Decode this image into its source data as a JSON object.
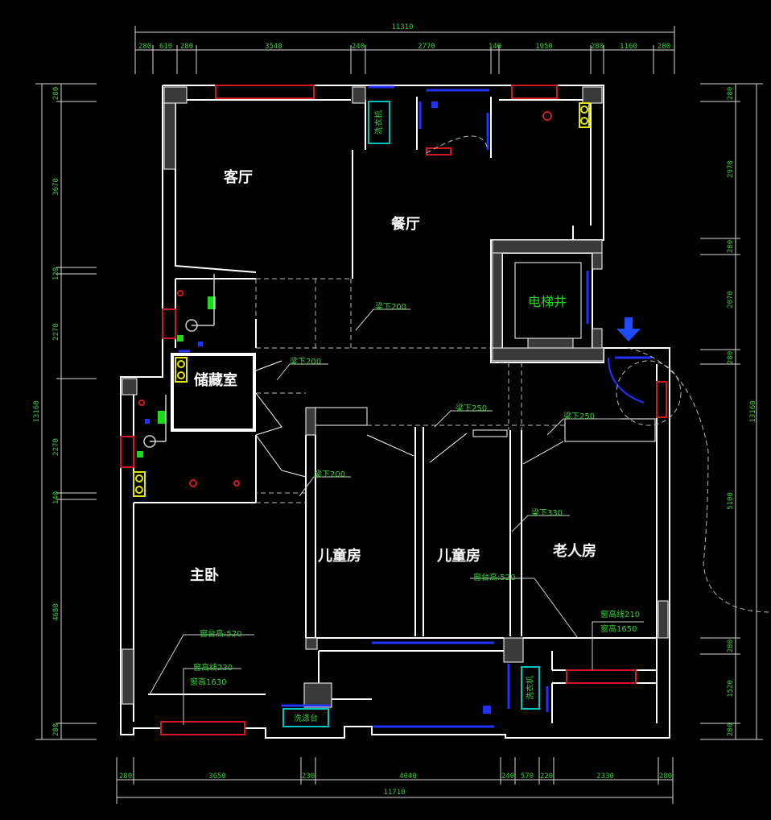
{
  "rooms": {
    "living": "客厅",
    "dining": "餐厅",
    "storage": "储藏室",
    "elevator": "电梯井",
    "master": "主卧",
    "child1": "儿童房",
    "child2": "儿童房",
    "elder": "老人房"
  },
  "notes": {
    "drop1": "梁下200",
    "drop2": "梁下200",
    "drop3": "梁下250",
    "drop4": "梁下250",
    "drop5": "梁下200",
    "drop6": "梁下330",
    "sill1": "窗台高:520",
    "sill2": "窗台高:520",
    "win1a": "窗高线230",
    "win1b": "窗高1630",
    "win2a": "窗高线210",
    "win2b": "窗高1650",
    "wash1": "洗衣机",
    "wash2": "洗衣机",
    "counter": "洗涤台"
  },
  "dims": {
    "top_total": "11310",
    "top_segments": [
      "280",
      "610",
      "280",
      "3540",
      "240",
      "2770",
      "140",
      "1950",
      "280",
      "1160",
      "280"
    ],
    "bottom_total": "11710",
    "bottom_segments": [
      "280",
      "3650",
      "230",
      "4040",
      "240",
      "570",
      "220",
      "2330",
      "280"
    ],
    "left_total": "13160",
    "left_segments": [
      "280",
      "3670",
      "120",
      "2270",
      "2270",
      "140",
      "4680",
      "280"
    ],
    "right_total": "13160",
    "right_segments": [
      "280",
      "2970",
      "280",
      "2070",
      "280",
      "5100",
      "280",
      "1520",
      "280"
    ]
  },
  "colors": {
    "wall": "#ffffff",
    "window": "#d21a1a",
    "door": "#2233ff",
    "annotation": "#2fd42f",
    "fixture": "#00c4c4"
  }
}
